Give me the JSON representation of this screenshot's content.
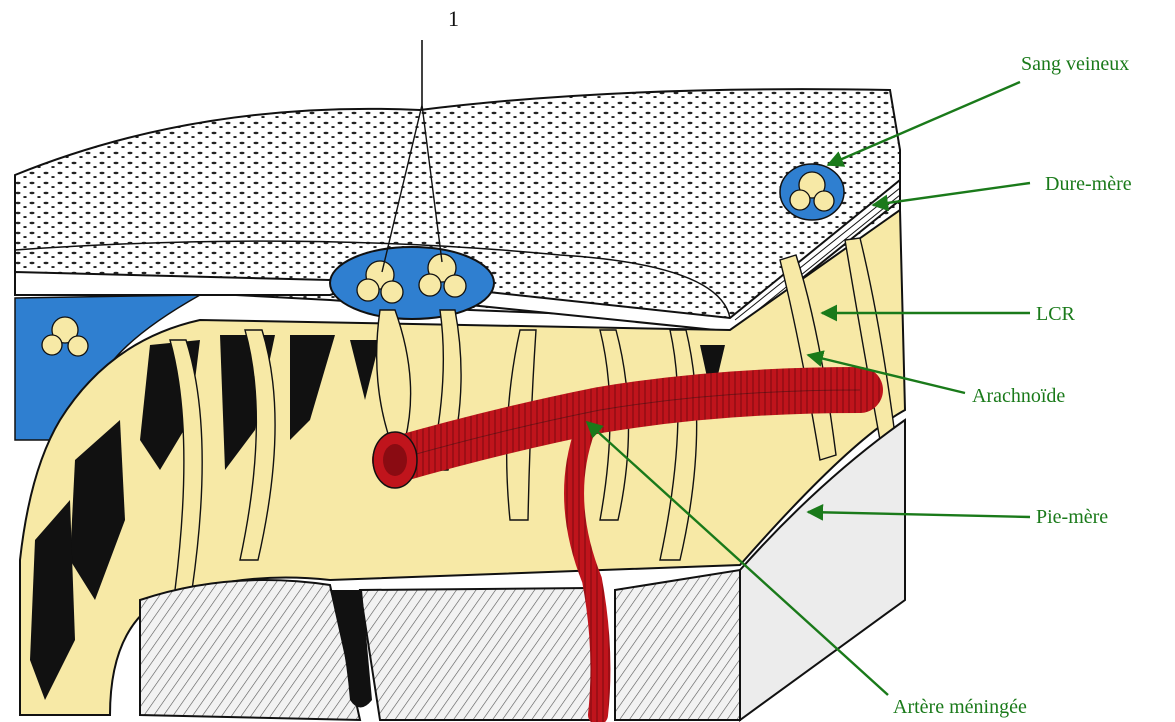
{
  "diagram": {
    "top_mark": "1",
    "labels": {
      "sang_veineux": "Sang veineux",
      "dure_mere": "Dure-mère",
      "lcr": "LCR",
      "arachnoide": "Arachnoïde",
      "pie_mere": "Pie-mère",
      "artere_meningee": "Artère méningée"
    },
    "colors": {
      "label_green": "#1a7a1a",
      "venous_blue": "#2f7fd0",
      "csf_yellow": "#f7e9a6",
      "artery_red": "#c0141c",
      "bone_gray": "#e6e6e6"
    }
  }
}
